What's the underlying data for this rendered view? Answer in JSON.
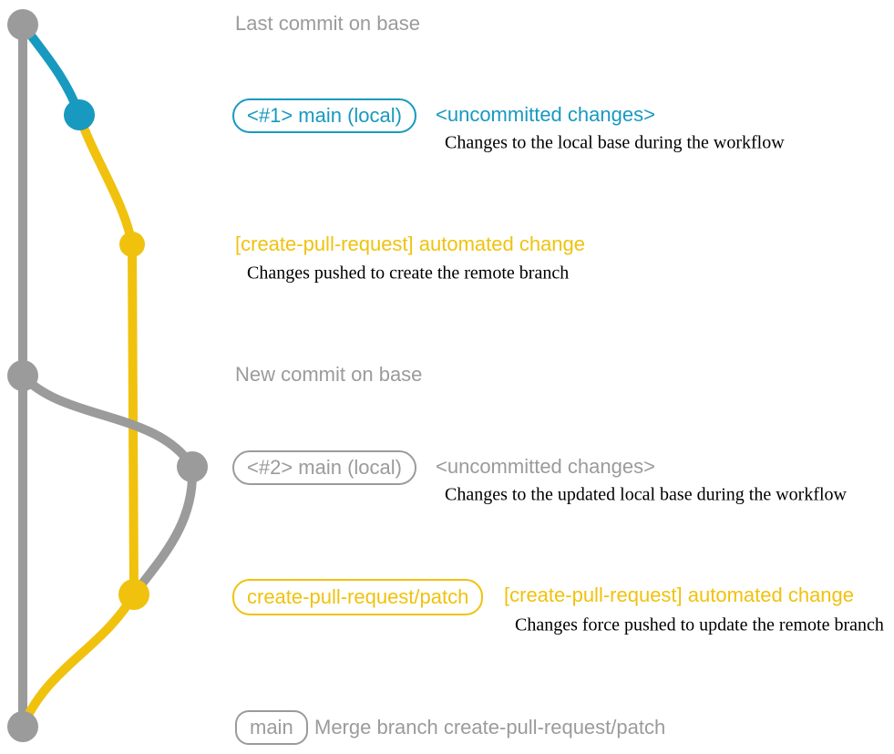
{
  "colors": {
    "gray": "#9b9b9b",
    "blue": "#1899c0",
    "yellow": "#f0c20e",
    "detail_text": "#000000",
    "background": "#ffffff"
  },
  "rows": {
    "last_commit": {
      "title": "Last commit on base"
    },
    "local_main_1": {
      "badge": "<#1> main (local)",
      "heading": "<uncommitted changes>",
      "detail": "Changes to the local base during the workflow"
    },
    "automated_change_1": {
      "heading": "[create-pull-request] automated change",
      "detail": "Changes pushed to create the remote branch"
    },
    "new_commit": {
      "title": "New commit on base"
    },
    "local_main_2": {
      "badge": "<#2> main (local)",
      "heading": "<uncommitted changes>",
      "detail": "Changes to the updated local base during the workflow"
    },
    "patch_branch": {
      "badge": "create-pull-request/patch",
      "heading": "[create-pull-request] automated change",
      "detail": "Changes force pushed to update the remote branch"
    },
    "merge": {
      "badge": "main",
      "heading": "Merge branch create-pull-request/patch"
    }
  }
}
